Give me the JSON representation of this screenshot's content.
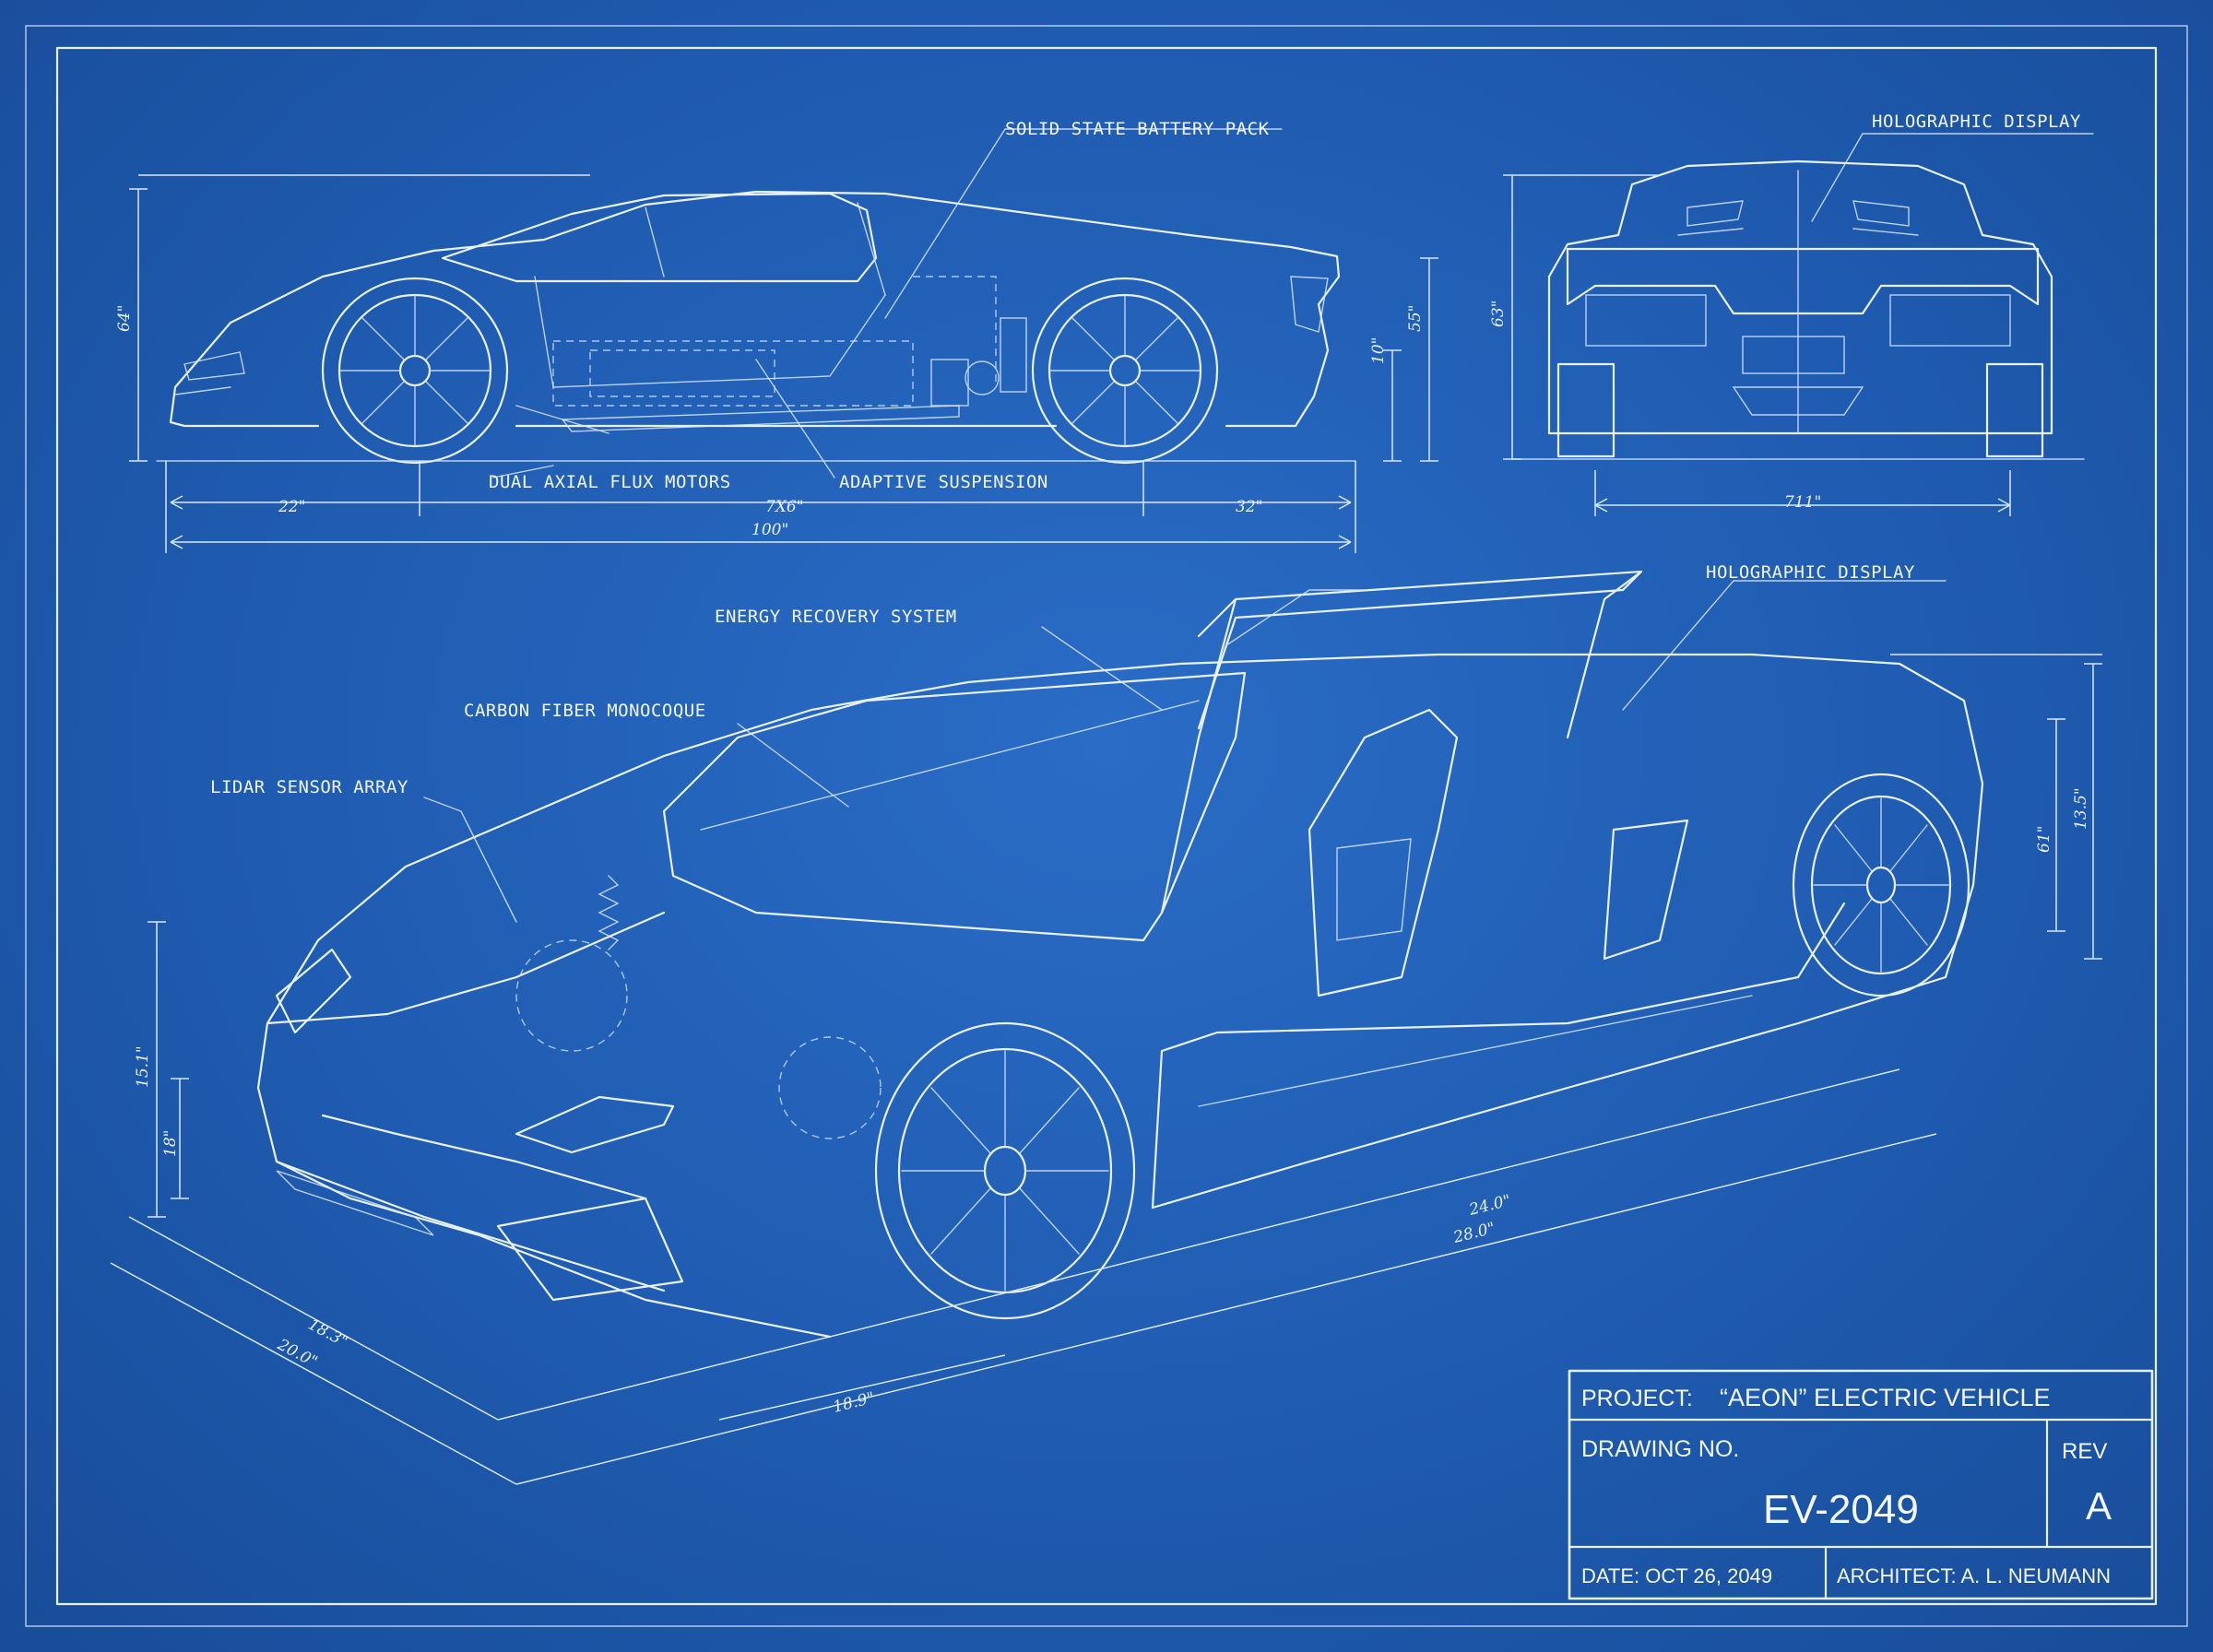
{
  "colors": {
    "background": "#1f5bb0",
    "line": "#e8f1ff"
  },
  "callouts": {
    "solid_state_battery": "SOLID STATE BATTERY PACK",
    "holographic_display_rear": "HOLOGRAPHIC DISPLAY",
    "dual_axial_flux_motors": "DUAL AXIAL FLUX MOTORS",
    "adaptive_suspension": "ADAPTIVE SUSPENSION",
    "energy_recovery": "ENERGY RECOVERY SYSTEM",
    "holographic_display_iso": "HOLOGRAPHIC DISPLAY",
    "carbon_fiber": "CARBON FIBER MONOCOQUE",
    "lidar": "LIDAR SENSOR ARRAY"
  },
  "dimensions": {
    "side_height": "64\"",
    "side_wheel_height": "55\"",
    "side_axle_height": "10\"",
    "side_front_overhang": "22\"",
    "side_wheelbase": "7X6\"",
    "side_rear_overhang": "32\"",
    "side_total_length": "100\"",
    "rear_height": "63\"",
    "rear_width": "711\"",
    "iso_front_height": "15.1\"",
    "iso_bumper_height": "18\"",
    "iso_rear_height": "13.5\"",
    "iso_rear_wheel": "61\"",
    "iso_length_inner": "24.0\"",
    "iso_length_outer": "28.0\"",
    "iso_width_inner": "18.3\"",
    "iso_width_outer": "20.0\"",
    "iso_front_span": "18.9\""
  },
  "title_block": {
    "project_label": "PROJECT:",
    "project_value": "“AEON” ELECTRIC VEHICLE",
    "drawing_label": "DRAWING NO.",
    "drawing_value": "EV-2049",
    "rev_label": "REV",
    "rev_value": "A",
    "date": "DATE: OCT 26, 2049",
    "architect": "ARCHITECT: A. L. NEUMANN"
  }
}
